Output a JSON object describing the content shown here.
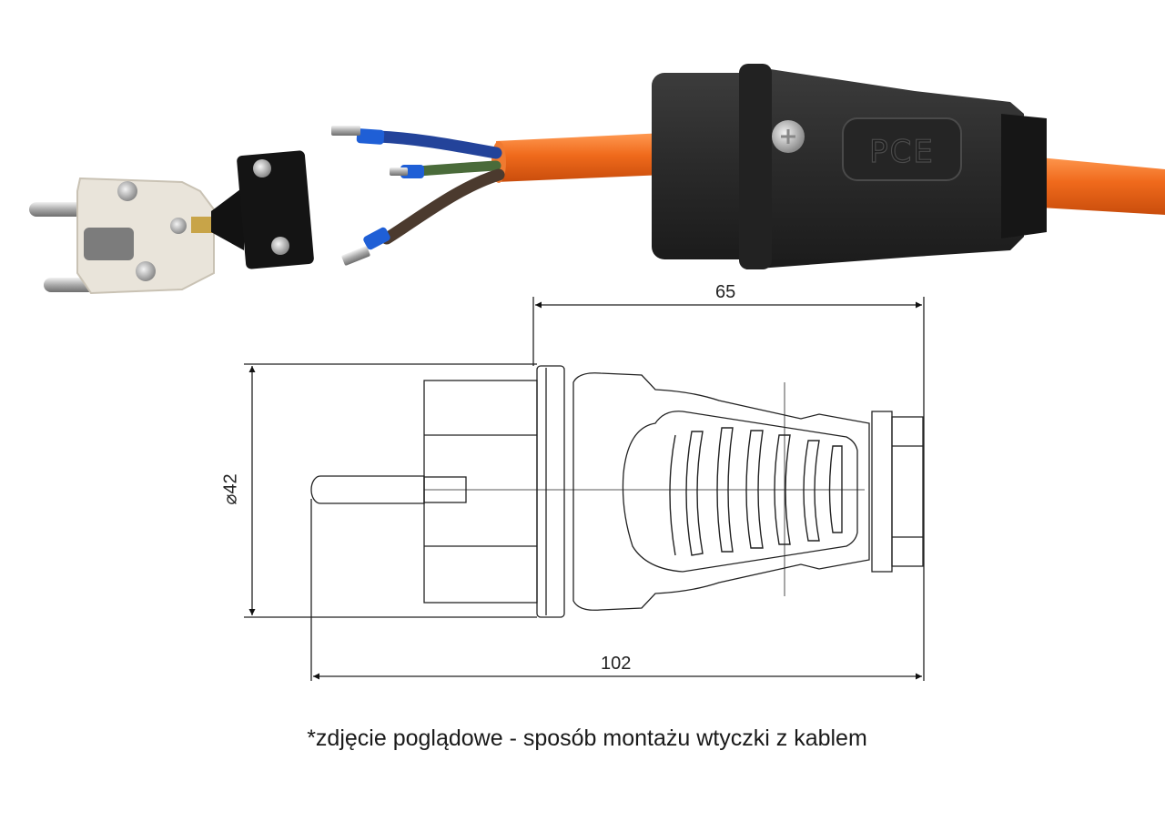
{
  "photo": {
    "brand_logo": "PCE",
    "parts": [
      "plug-insert",
      "strain-relief-clamp",
      "wires",
      "plug-housing",
      "cable"
    ],
    "wire_colors": {
      "blue": "#23439a",
      "green_yellow": "#4a6b3a",
      "brown": "#4b3a2e"
    },
    "cable_color": "#f06a1c",
    "housing_color": "#2a2a2a",
    "ferrule_color": "#1f5fd6"
  },
  "drawing": {
    "dimensions": {
      "top_length": "65",
      "total_length": "102",
      "diameter": "⌀42"
    },
    "line_color": "#222222"
  },
  "caption": "*zdjęcie poglądowe - sposób montażu wtyczki z kablem"
}
